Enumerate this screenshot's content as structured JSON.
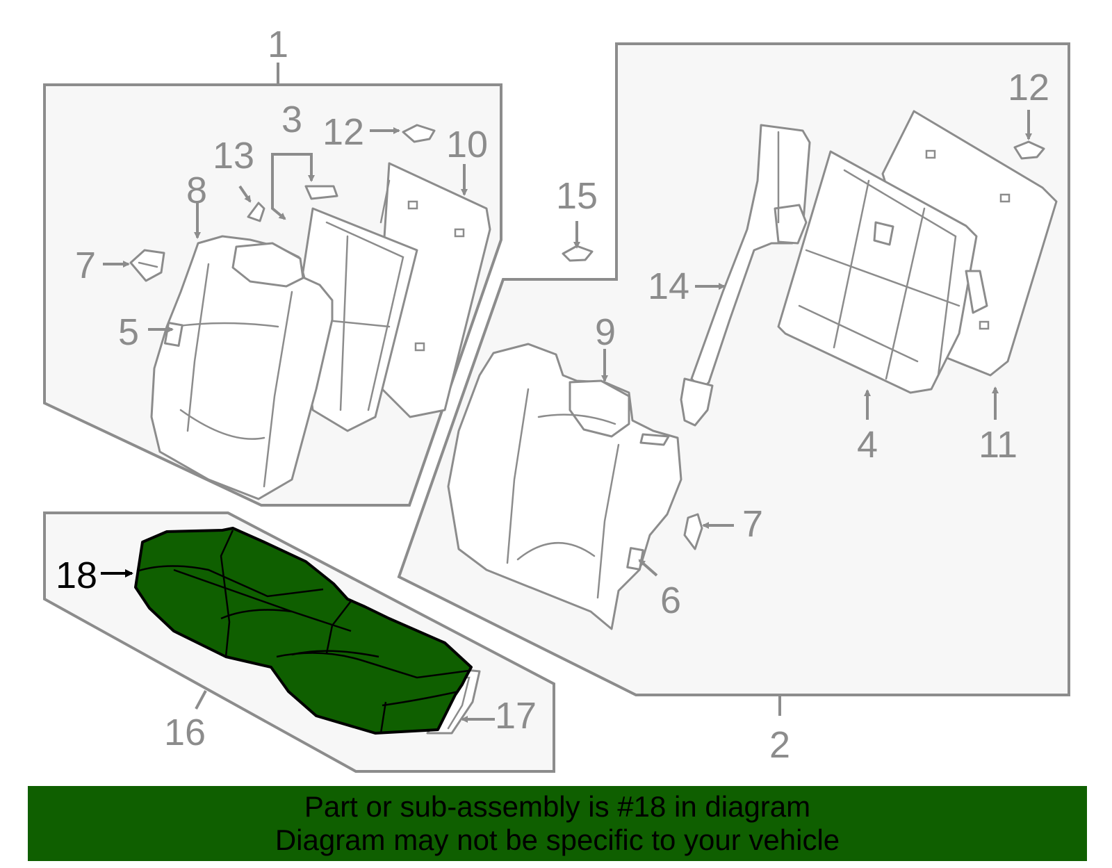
{
  "callouts": {
    "c1": "1",
    "c2": "2",
    "c3": "3",
    "c4": "4",
    "c5": "5",
    "c6": "6",
    "c7a": "7",
    "c7b": "7",
    "c8": "8",
    "c9": "9",
    "c10": "10",
    "c11": "11",
    "c12a": "12",
    "c12b": "12",
    "c13": "13",
    "c14": "14",
    "c15": "15",
    "c16": "16",
    "c17": "17",
    "c18": "18"
  },
  "highlight": {
    "part_number": "18",
    "fill_color": "#0f5f00"
  },
  "banner": {
    "line1": "Part or sub-assembly is #18 in diagram",
    "line2": "Diagram may not be specific to your vehicle",
    "background": "#0f5f00"
  }
}
